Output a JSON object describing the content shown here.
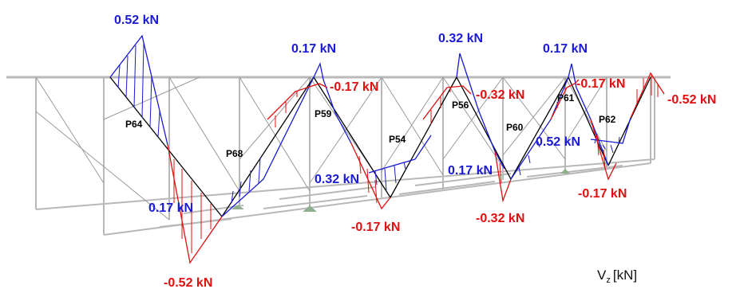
{
  "diagram": {
    "unit_label": {
      "symbol": "V",
      "subscript": "z",
      "unit": "[kN]"
    },
    "members": [
      "P64",
      "P68",
      "P59",
      "P54",
      "P56",
      "P60",
      "P61",
      "P62"
    ],
    "value_labels": [
      {
        "text": "0.52 kN",
        "sign": "positive"
      },
      {
        "text": "0.17 kN",
        "sign": "positive"
      },
      {
        "text": "-0.17 kN",
        "sign": "negative"
      },
      {
        "text": "0.32 kN",
        "sign": "positive"
      },
      {
        "text": "-0.32 kN",
        "sign": "negative"
      },
      {
        "text": "0.17 kN",
        "sign": "positive"
      },
      {
        "text": "-0.17 kN",
        "sign": "negative"
      },
      {
        "text": "-0.52 kN",
        "sign": "negative"
      },
      {
        "text": "0.17 kN",
        "sign": "positive"
      },
      {
        "text": "-0.52 kN",
        "sign": "negative"
      },
      {
        "text": "0.32 kN",
        "sign": "positive"
      },
      {
        "text": "-0.17 kN",
        "sign": "negative"
      },
      {
        "text": "0.17 kN",
        "sign": "positive"
      },
      {
        "text": "-0.32 kN",
        "sign": "negative"
      },
      {
        "text": "0.52 kN",
        "sign": "positive"
      },
      {
        "text": "-0.17 kN",
        "sign": "negative"
      }
    ],
    "colors": {
      "positive": "#1a1ad6",
      "negative": "#e01010",
      "structure": "#b8b8b8",
      "member_axis": "#000000",
      "support": "#8fb08f"
    }
  }
}
